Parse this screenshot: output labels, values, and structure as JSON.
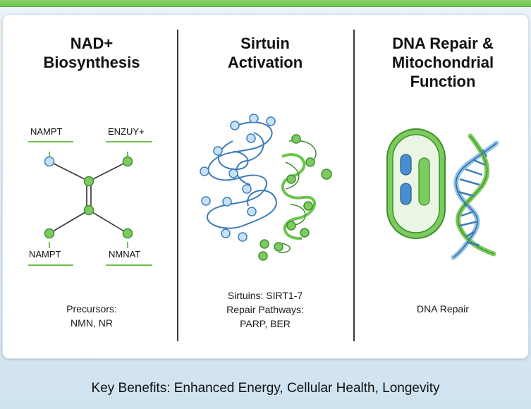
{
  "columns": [
    {
      "title_line1": "NAD+",
      "title_line2": "Biosynthesis",
      "node_labels": {
        "top_left": "NAMPT",
        "top_right": "ENZUY+",
        "bottom_left": "NAMPT",
        "bottom_right": "NMNAT"
      },
      "caption_line1": "Precursors:",
      "caption_line2": "NMN, NR"
    },
    {
      "title_line1": "Sirtuin",
      "title_line2": "Activation",
      "caption_line1": "Sirtuins: SIRT1-7",
      "caption_line2": "Repair Pathways:",
      "caption_line3": "PARP, BER"
    },
    {
      "title_line1": "DNA Repair &",
      "title_line2": "Mitochondrial",
      "title_line3": "Function",
      "caption_line1": "DNA Repair"
    }
  ],
  "footer": "Key Benefits: Enhanced Energy, Cellular Health, Longevity",
  "colors": {
    "green": "#6cc24f",
    "blue_fill": "#c7e0f5",
    "blue_stroke": "#3d7cb8",
    "accent_bar": "#7ccb5e"
  }
}
